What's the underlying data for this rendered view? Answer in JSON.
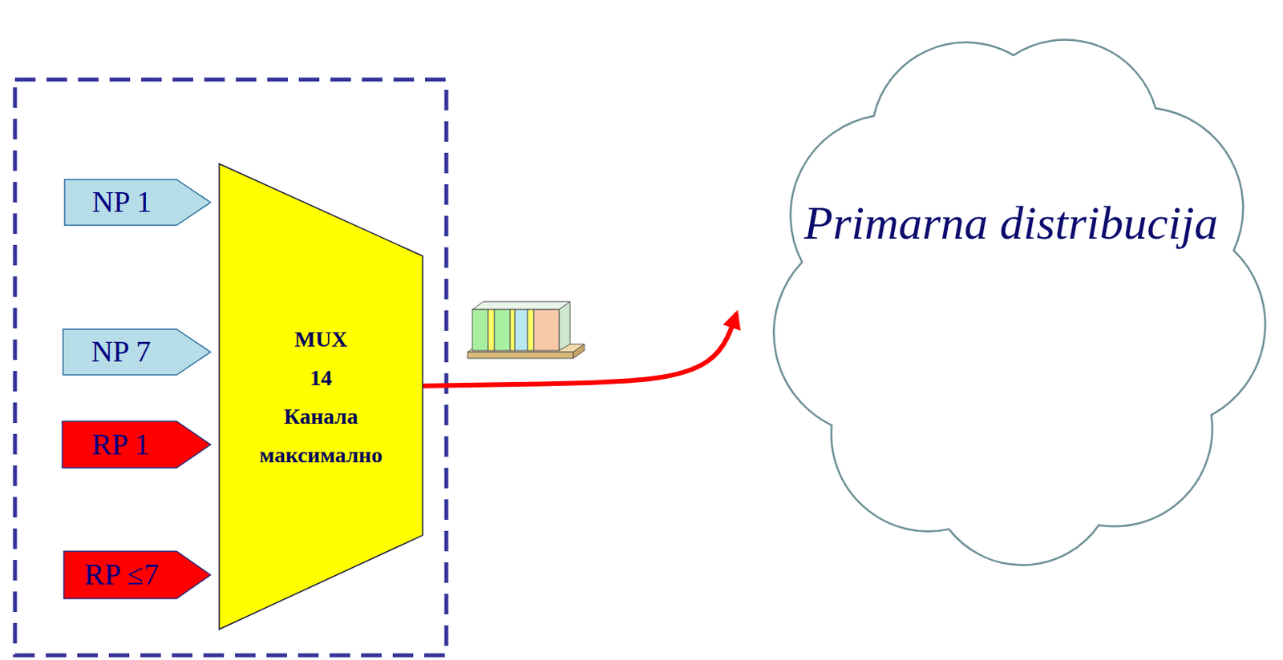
{
  "diagram": {
    "nodes": [
      {
        "text": [
          "NP 1"
        ]
      },
      {
        "text": [
          "NP 7"
        ]
      },
      {
        "text": [
          "RP 1"
        ]
      },
      {
        "text": [
          "RP ≤7"
        ]
      },
      {
        "text": [
          "MUX 14 Канала максимално"
        ]
      },
      {
        "text": [
          "Primarna distribucija"
        ]
      }
    ],
    "edges": [
      {
        "from": 4,
        "to": 5,
        "arrow": "to"
      }
    ]
  }
}
